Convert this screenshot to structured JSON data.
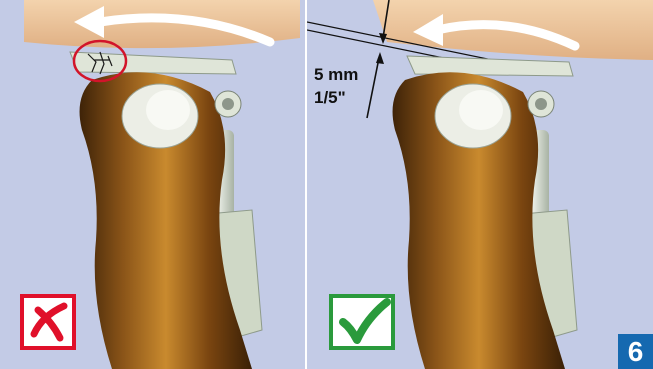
{
  "measurement": {
    "metric": "5 mm",
    "imperial": "1/5\""
  },
  "figure_number": "6",
  "colors": {
    "background": "#c3cbe6",
    "socket": "#efc9a0",
    "pylon_bronze": "#7a4a14",
    "wrong_mark": "#e0102a",
    "right_mark": "#2a9a3c",
    "badge": "#1569b0",
    "arrow": "#ffffff"
  },
  "icons": {
    "wrong": "cross-mark-icon",
    "right": "check-mark-icon",
    "rotation": "curved-arrow-icon"
  }
}
